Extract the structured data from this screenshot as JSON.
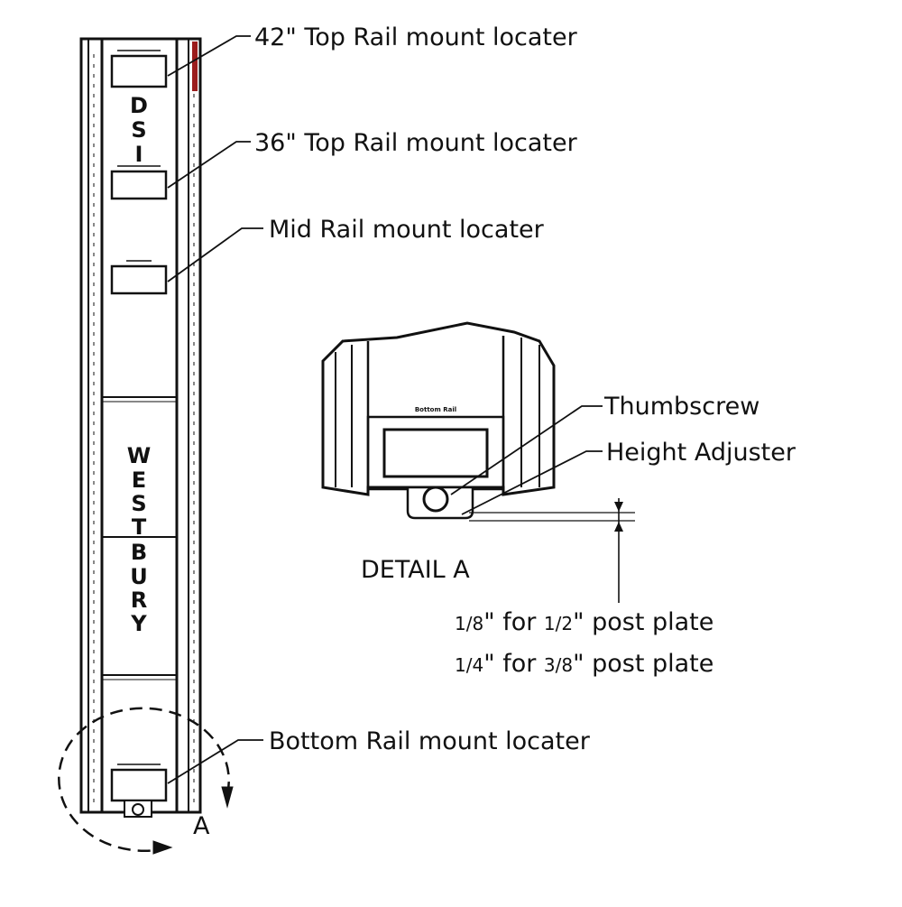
{
  "callouts": {
    "top_rail_42": "42\" Top Rail mount locater",
    "top_rail_36": "36\" Top Rail mount locater",
    "mid_rail": "Mid Rail mount locater",
    "bottom_rail": "Bottom Rail mount locater",
    "thumbscrew": "Thumbscrew",
    "height_adjuster": "Height Adjuster"
  },
  "post": {
    "brand_top": [
      "D",
      "S",
      "I"
    ],
    "brand_main": [
      "W",
      "E",
      "S",
      "T",
      "B",
      "U",
      "R",
      "Y"
    ]
  },
  "detail": {
    "title": "DETAIL  A",
    "marker": "A",
    "bracket_label": "Bottom Rail"
  },
  "spacing_notes": [
    {
      "gap": "1/8",
      "suffix_for": "\" for ",
      "plate": "1/2",
      "suffix": "\" post plate"
    },
    {
      "gap": "1/4",
      "suffix_for": "\" for ",
      "plate": "3/8",
      "suffix": "\" post plate"
    }
  ],
  "colors": {
    "line": "#111111",
    "accent_strip": "#9b1c1c"
  }
}
